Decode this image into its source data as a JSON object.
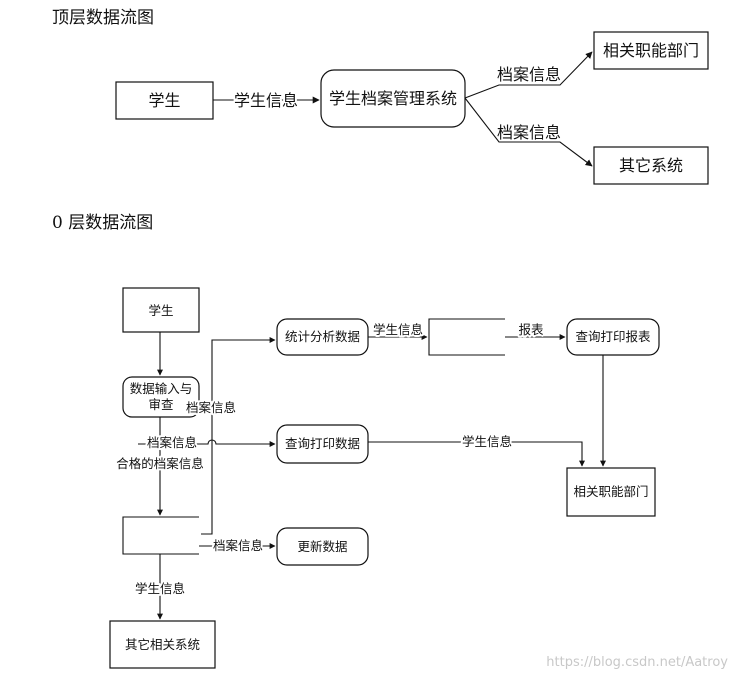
{
  "top_level": {
    "heading": "顶层数据流图",
    "entities": {
      "student": "学生",
      "departments": "相关职能部门",
      "other_systems": "其它系统"
    },
    "process": "学生档案管理系统",
    "flows": {
      "student_info": "学生信息",
      "archive_info_up": "档案信息",
      "archive_info_down": "档案信息"
    }
  },
  "level0": {
    "heading": "0 层数据流图",
    "entities": {
      "student": "学生",
      "departments": "相关职能部门",
      "other_systems": "其它相关系统"
    },
    "processes": {
      "input_review_line1": "数据输入与",
      "input_review_line2": "审查",
      "stats_analysis": "统计分析数据",
      "query_print_report": "查询打印报表",
      "query_print_data": "查询打印数据",
      "update_data": "更新数据"
    },
    "flows": {
      "stats_student_info": "学生信息",
      "report": "报表",
      "archive_info_a": "档案信息",
      "archive_info_b": "档案信息",
      "qualified_archive_info": "合格的档案信息",
      "query_student_info": "学生信息",
      "archive_info_update": "档案信息",
      "other_student_info": "学生信息"
    }
  },
  "watermark": "https://blog.csdn.net/Aatroy"
}
